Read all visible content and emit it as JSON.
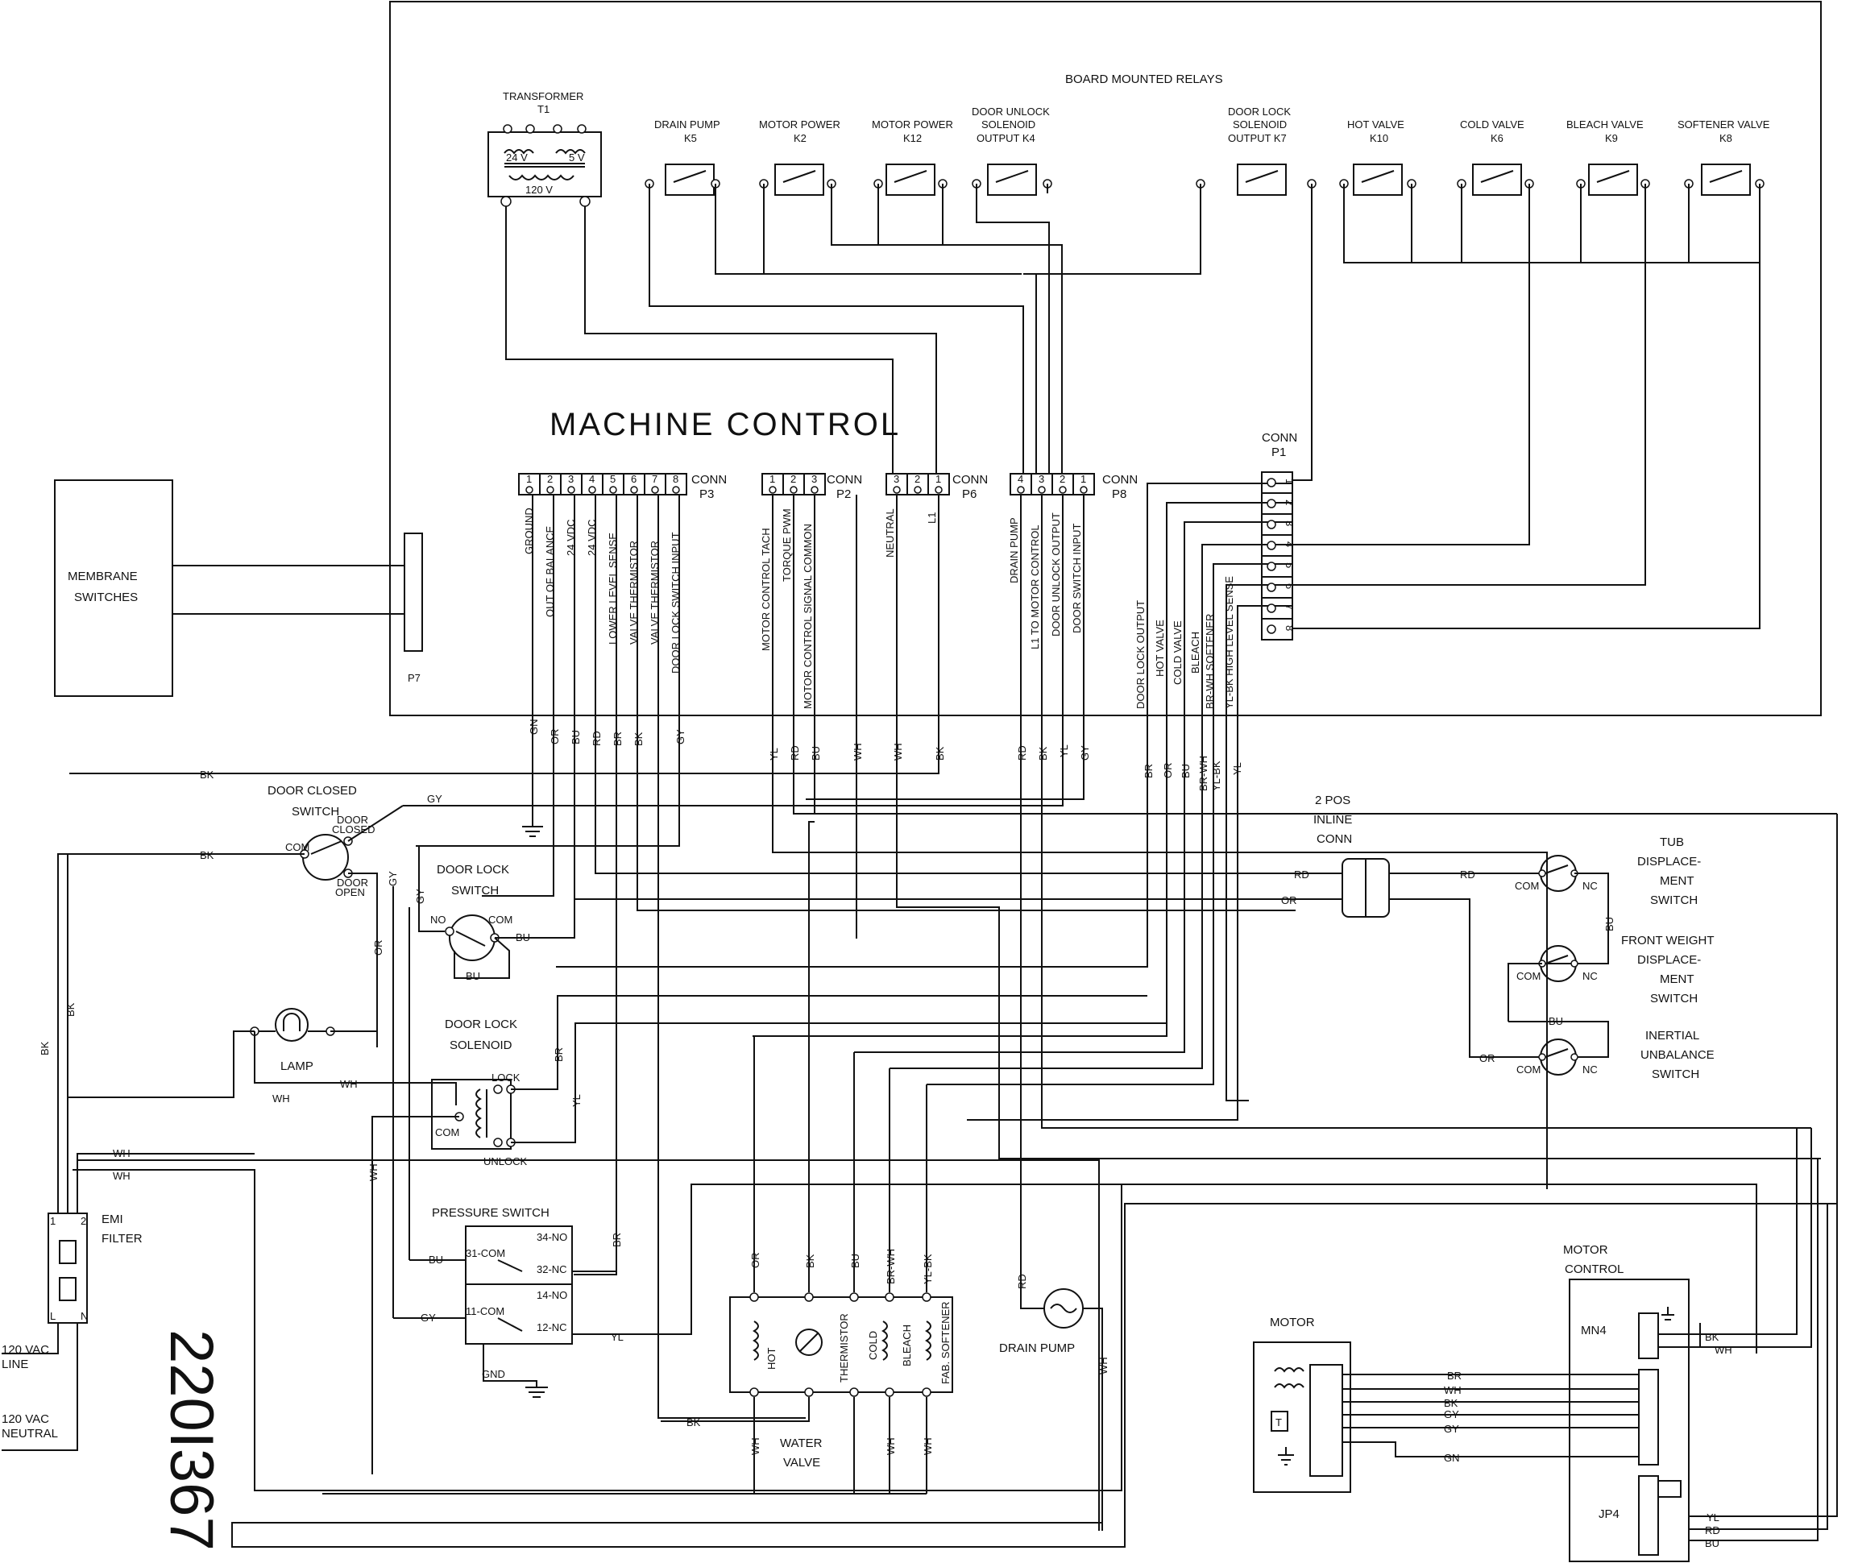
{
  "board": {
    "title": "MACHINE CONTROL",
    "relays_header": "BOARD MOUNTED RELAYS",
    "transformer": {
      "title": "TRANSFORMER",
      "ref": "T1",
      "v24": "24 V",
      "v5": "5 V",
      "v120": "120 V"
    },
    "relays": [
      {
        "name": "DRAIN PUMP",
        "ref": "K5"
      },
      {
        "name": "MOTOR POWER",
        "ref": "K2"
      },
      {
        "name": "MOTOR POWER",
        "ref": "K12"
      },
      {
        "name": "DOOR UNLOCK",
        "name2": "SOLENOID",
        "ref": "OUTPUT K4"
      },
      {
        "name": "DOOR LOCK",
        "name2": "SOLENOID",
        "ref": "OUTPUT K7"
      },
      {
        "name": "HOT VALVE",
        "ref": "K10"
      },
      {
        "name": "COLD VALVE",
        "ref": "K6"
      },
      {
        "name": "BLEACH VALVE",
        "ref": "K9"
      },
      {
        "name": "SOFTENER VALVE",
        "ref": "K8"
      }
    ]
  },
  "membrane": {
    "line1": "MEMBRANE",
    "line2": "SWITCHES",
    "conn": "P7"
  },
  "connectors": {
    "conn_word": "CONN",
    "p3": {
      "name": "P3",
      "pins": [
        "1",
        "2",
        "3",
        "4",
        "5",
        "6",
        "7",
        "8"
      ],
      "signals": [
        "GROUND",
        "OUT OF BALANCE",
        "24 VDC",
        "24 VDC",
        "LOWER LEVEL SENSE",
        "VALVE THERMISTOR",
        "VALVE THERMISTOR",
        "DOOR LOCK SWITCH INPUT"
      ],
      "wires": [
        "GN",
        "OR",
        "BU",
        "RD",
        "BR",
        "BK",
        "GY"
      ]
    },
    "p2": {
      "name": "P2",
      "pins": [
        "1",
        "2",
        "3"
      ],
      "signals": [
        "MOTOR CONTROL TACH",
        "TORQUE PWM",
        "MOTOR CONTROL SIGNAL COMMON"
      ],
      "wires": [
        "YL",
        "RD",
        "BU"
      ]
    },
    "p6": {
      "name": "P6",
      "pins": [
        "3",
        "2",
        "1"
      ],
      "signals": [
        "NEUTRAL",
        "L1"
      ],
      "wires": [
        "WH",
        "WH",
        "BK"
      ]
    },
    "p8": {
      "name": "P8",
      "pins": [
        "4",
        "3",
        "2",
        "1"
      ],
      "signals": [
        "DRAIN PUMP",
        "L1 TO MOTOR CONTROL",
        "DOOR UNLOCK OUTPUT",
        "DOOR SWITCH INPUT"
      ],
      "wires": [
        "RD",
        "BK",
        "YL",
        "GY"
      ]
    },
    "p1": {
      "name": "P1",
      "pins": [
        "1",
        "2",
        "3",
        "4",
        "5",
        "6",
        "7",
        "8"
      ],
      "signals": [
        "DOOR LOCK OUTPUT",
        "HOT VALVE",
        "COLD VALVE",
        "BLEACH",
        "BR-WH SOFTENER",
        "YL-BK HIGH LEVEL SENSE"
      ],
      "wires": [
        "BR",
        "OR",
        "BU",
        "BR-WH",
        "YL-BK",
        "YL"
      ]
    }
  },
  "components": {
    "door_closed": {
      "line1": "DOOR CLOSED",
      "line2": "SWITCH",
      "com": "COM",
      "closed1": "DOOR",
      "closed2": "CLOSED",
      "open1": "DOOR",
      "open2": "OPEN"
    },
    "door_lock_switch": {
      "line1": "DOOR LOCK",
      "line2": "SWITCH",
      "no": "NO",
      "com": "COM"
    },
    "lamp": {
      "label": "LAMP"
    },
    "door_lock_solenoid": {
      "line1": "DOOR LOCK",
      "line2": "SOLENOID",
      "lock": "LOCK",
      "com": "COM",
      "unlock": "UNLOCK"
    },
    "pressure_switch": {
      "title": "PRESSURE SWITCH",
      "t34": "34-NO",
      "t31": "31-COM",
      "t32": "32-NC",
      "t14": "14-NO",
      "t11": "11-COM",
      "t12": "12-NC",
      "gnd": "GND"
    },
    "emi": {
      "line1": "EMI",
      "line2": "FILTER",
      "p1": "1",
      "p2": "2",
      "pL": "L",
      "pN": "N"
    },
    "line_in": {
      "vac1": "120 VAC",
      "line": "LINE",
      "vac2": "120 VAC",
      "neutral": "NEUTRAL"
    },
    "water_valve": {
      "line1": "WATER",
      "line2": "VALVE",
      "hot": "HOT",
      "thermistor": "THERMISTOR",
      "cold": "COLD",
      "bleach": "BLEACH",
      "softener": "FAB. SOFTENER"
    },
    "drain_pump": {
      "label": "DRAIN PUMP"
    },
    "inline_conn": {
      "line1": "2 POS",
      "line2": "INLINE",
      "line3": "CONN"
    },
    "tub": {
      "line1": "TUB",
      "line2": "DISPLACE-",
      "line3": "MENT",
      "line4": "SWITCH"
    },
    "front": {
      "line1": "FRONT WEIGHT",
      "line2": "DISPLACE-",
      "line3": "MENT",
      "line4": "SWITCH"
    },
    "inertial": {
      "line1": "INERTIAL",
      "line2": "UNBALANCE",
      "line3": "SWITCH"
    },
    "switch_terms": {
      "com": "COM",
      "nc": "NC"
    },
    "motor": {
      "label": "MOTOR",
      "t": "T"
    },
    "motor_control": {
      "line1": "MOTOR",
      "line2": "CONTROL",
      "mn4": "MN4",
      "jp4": "JP4"
    }
  },
  "wires": {
    "bk": "BK",
    "gy": "GY",
    "or": "OR",
    "bu": "BU",
    "rd": "RD",
    "wh": "WH",
    "yl": "YL",
    "br": "BR",
    "gn": "GN",
    "brwh": "BR-WH",
    "ylbk": "YL-BK"
  },
  "doc_number": "220I367"
}
